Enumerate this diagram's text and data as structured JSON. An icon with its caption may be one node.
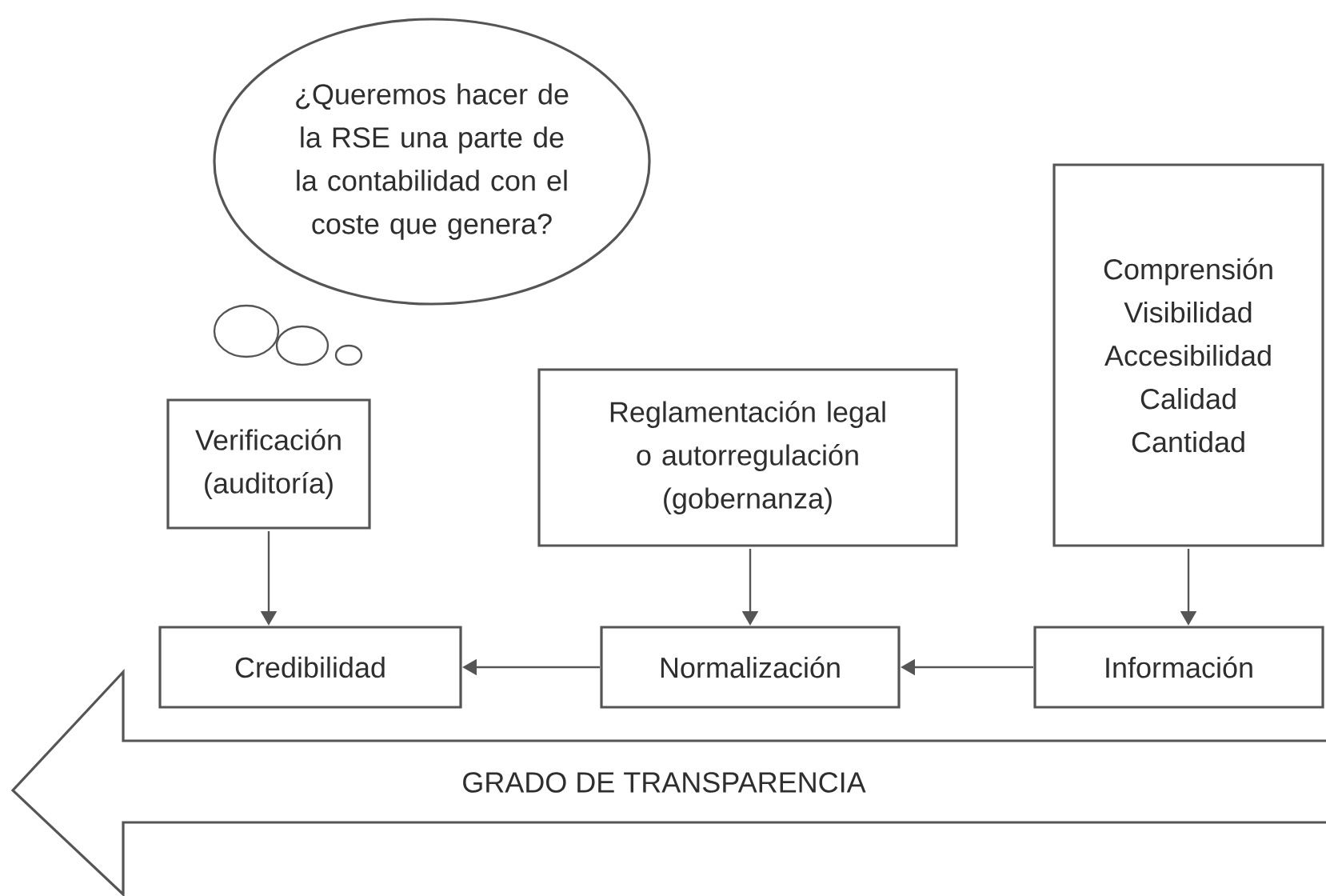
{
  "diagram": {
    "nodes": [
      {
        "text": [
          "¿Queremos hacer de la RSE una parte de la contabilidad con el coste que genera?"
        ]
      },
      {
        "text": [
          "Verificación (auditoría)"
        ]
      },
      {
        "text": [
          "Reglamentación legal o autorregulación (gobernanza)"
        ]
      },
      {
        "text": [
          "Comprensión",
          "Visibilidad",
          "Accesibilidad",
          "Calidad",
          "Cantidad"
        ]
      },
      {
        "text": [
          "Credibilidad"
        ]
      },
      {
        "text": [
          "Normalización"
        ]
      },
      {
        "text": [
          "Información"
        ]
      },
      {
        "text": [
          "GRADO DE TRANSPARENCIA"
        ]
      }
    ],
    "edges": [
      {
        "from": 1,
        "to": 4,
        "arrow": "to"
      },
      {
        "from": 2,
        "to": 5,
        "arrow": "to"
      },
      {
        "from": 3,
        "to": 6,
        "arrow": "to"
      },
      {
        "from": 6,
        "to": 5,
        "arrow": "to"
      },
      {
        "from": 5,
        "to": 4,
        "arrow": "to"
      }
    ]
  }
}
